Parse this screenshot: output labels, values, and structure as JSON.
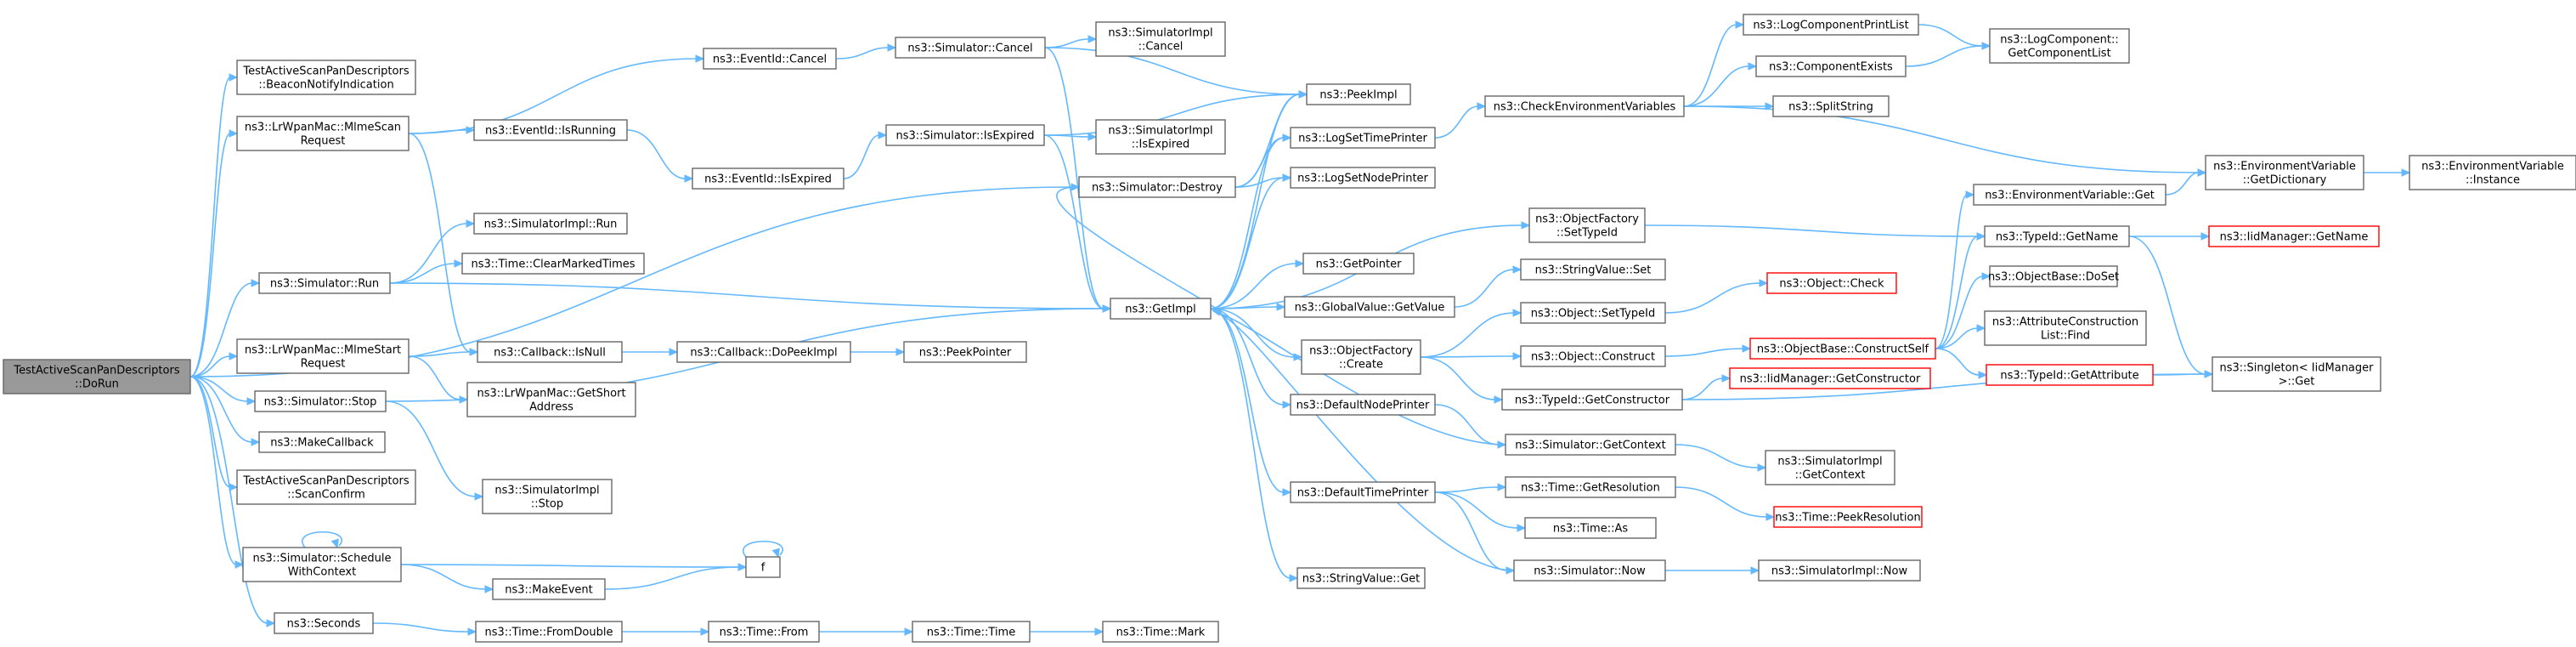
{
  "nodes": {
    "root": [
      "TestActiveScanPanDescriptors",
      "::DoRun"
    ],
    "beacon": [
      "TestActiveScanPanDescriptors",
      "::BeaconNotifyIndication"
    ],
    "mlmescan": [
      "ns3::LrWpanMac::MlmeScan",
      "Request"
    ],
    "simrun": [
      "ns3::Simulator::Run"
    ],
    "mlmestart": [
      "ns3::LrWpanMac::MlmeStart",
      "Request"
    ],
    "simstop": [
      "ns3::Simulator::Stop"
    ],
    "makecb": [
      "ns3::MakeCallback"
    ],
    "scanconfirm": [
      "TestActiveScanPanDescriptors",
      "::ScanConfirm"
    ],
    "schedule": [
      "ns3::Simulator::Schedule",
      "WithContext"
    ],
    "seconds": [
      "ns3::Seconds"
    ],
    "evcancel": [
      "ns3::EventId::Cancel"
    ],
    "evisrunning": [
      "ns3::EventId::IsRunning"
    ],
    "simimplrun": [
      "ns3::SimulatorImpl::Run"
    ],
    "clearmarked": [
      "ns3::Time::ClearMarkedTimes"
    ],
    "cbisnull": [
      "ns3::Callback::IsNull"
    ],
    "getshort": [
      "ns3::LrWpanMac::GetShort",
      "Address"
    ],
    "simimplstop": [
      "ns3::SimulatorImpl",
      "::Stop"
    ],
    "makeevent": [
      "ns3::MakeEvent"
    ],
    "fromdouble": [
      "ns3::Time::FromDouble"
    ],
    "evisexpired": [
      "ns3::EventId::IsExpired"
    ],
    "dopeekimpl": [
      "ns3::Callback::DoPeekImpl"
    ],
    "timefrom": [
      "ns3::Time::From"
    ],
    "simcancel": [
      "ns3::Simulator::Cancel"
    ],
    "simisexpired": [
      "ns3::Simulator::IsExpired"
    ],
    "peekpointer": [
      "ns3::PeekPointer"
    ],
    "timetime": [
      "ns3::Time::Time"
    ],
    "simimplcancel": [
      "ns3::SimulatorImpl",
      "::Cancel"
    ],
    "simimplisexpired": [
      "ns3::SimulatorImpl",
      "::IsExpired"
    ],
    "simdestroy": [
      "ns3::Simulator::Destroy"
    ],
    "getimpl": [
      "ns3::GetImpl"
    ],
    "timemark": [
      "ns3::Time::Mark"
    ],
    "peekimpl": [
      "ns3::PeekImpl"
    ],
    "logsettime": [
      "ns3::LogSetTimePrinter"
    ],
    "logsetnode": [
      "ns3::LogSetNodePrinter"
    ],
    "ofsettypeid": [
      "ns3::ObjectFactory",
      "::SetTypeId"
    ],
    "getpointer": [
      "ns3::GetPointer"
    ],
    "gvgetvalue": [
      "ns3::GlobalValue::GetValue"
    ],
    "ofcreate": [
      "ns3::ObjectFactory",
      "::Create"
    ],
    "defnodeprinter": [
      "ns3::DefaultNodePrinter"
    ],
    "deftimeprinter": [
      "ns3::DefaultTimePrinter"
    ],
    "strvalget": [
      "ns3::StringValue::Get"
    ],
    "checkenv": [
      "ns3::CheckEnvironmentVariables"
    ],
    "strvalset": [
      "ns3::StringValue::Set"
    ],
    "objsettypeid": [
      "ns3::Object::SetTypeId"
    ],
    "objconstruct": [
      "ns3::Object::Construct"
    ],
    "typeidgetctor": [
      "ns3::TypeId::GetConstructor"
    ],
    "simgetcontext": [
      "ns3::Simulator::GetContext"
    ],
    "timegetres": [
      "ns3::Time::GetResolution"
    ],
    "timeas": [
      "ns3::Time::As"
    ],
    "simnow": [
      "ns3::Simulator::Now"
    ],
    "logcompprintlist": [
      "ns3::LogComponentPrintList"
    ],
    "compexists": [
      "ns3::ComponentExists"
    ],
    "splitstring": [
      "ns3::SplitString"
    ],
    "objcheck": [
      "ns3::Object::Check"
    ],
    "objbaseconstruct": [
      "ns3::ObjectBase::ConstructSelf"
    ],
    "iidgetctor": [
      "ns3::IidManager::GetConstructor"
    ],
    "simimplgetctx": [
      "ns3::SimulatorImpl",
      "::GetContext"
    ],
    "timepeekres": [
      "ns3::Time::PeekResolution"
    ],
    "simimplnow": [
      "ns3::SimulatorImpl::Now"
    ],
    "logcompgetlist": [
      "ns3::LogComponent::",
      "GetComponentList"
    ],
    "envget": [
      "ns3::EnvironmentVariable::Get"
    ],
    "typeidgetname": [
      "ns3::TypeId::GetName"
    ],
    "objbasedoset": [
      "ns3::ObjectBase::DoSet"
    ],
    "attrconstruct": [
      "ns3::AttributeConstruction",
      "List::Find"
    ],
    "typeidgetattr": [
      "ns3::TypeId::GetAttribute"
    ],
    "envgetdict": [
      "ns3::EnvironmentVariable",
      "::GetDictionary"
    ],
    "iidgetname": [
      "ns3::IidManager::GetName"
    ],
    "singleton": [
      "ns3::Singleton< IidManager",
      " >::Get"
    ],
    "envinstance": [
      "ns3::EnvironmentVariable",
      "::Instance"
    ],
    "f": [
      "f"
    ]
  },
  "colors": {
    "edge": "#63b8ff",
    "node_border": "#666666",
    "root_fill": "#999999",
    "highlight_border": "#ff0000"
  }
}
